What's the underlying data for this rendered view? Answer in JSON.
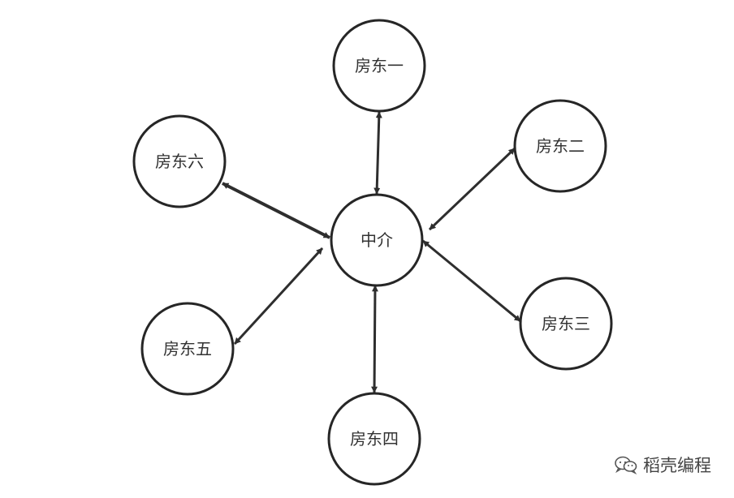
{
  "diagram": {
    "type": "hub-and-spoke",
    "hub": {
      "label": "中介"
    },
    "spokes": [
      {
        "label": "房东一"
      },
      {
        "label": "房东二"
      },
      {
        "label": "房东三"
      },
      {
        "label": "房东四"
      },
      {
        "label": "房东五"
      },
      {
        "label": "房东六"
      }
    ],
    "edges": [
      {
        "from": "中介",
        "to": "房东一",
        "direction": "bidirectional"
      },
      {
        "from": "中介",
        "to": "房东二",
        "direction": "bidirectional"
      },
      {
        "from": "中介",
        "to": "房东三",
        "direction": "bidirectional"
      },
      {
        "from": "中介",
        "to": "房东四",
        "direction": "bidirectional"
      },
      {
        "from": "中介",
        "to": "房东五",
        "direction": "bidirectional"
      },
      {
        "from": "中介",
        "to": "房东六",
        "direction": "bidirectional"
      }
    ]
  },
  "watermark": {
    "text": "稻壳编程",
    "icon": "wechat-icon"
  },
  "colors": {
    "stroke": "#262626",
    "text": "#333333",
    "background": "#ffffff"
  }
}
